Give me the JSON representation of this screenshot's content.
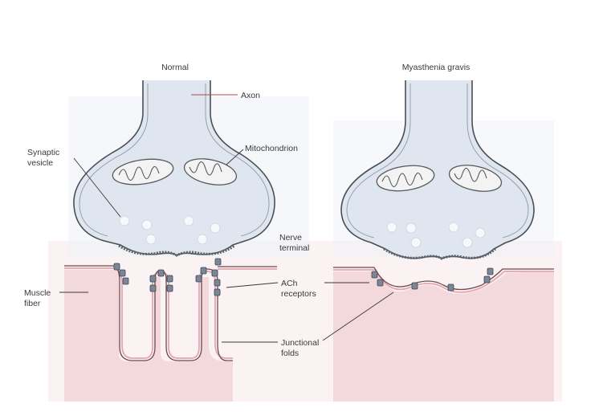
{
  "panels": {
    "left_title": "Normal",
    "right_title": "Myasthenia gravis"
  },
  "labels": {
    "axon": "Axon",
    "mitochondrion": "Mitochondrion",
    "synaptic_vesicle": [
      "Synaptic",
      "vesicle"
    ],
    "nerve_terminal": [
      "Nerve",
      "terminal"
    ],
    "muscle_fiber": [
      "Muscle",
      "fiber"
    ],
    "ach_receptors": [
      "ACh",
      "receptors"
    ],
    "junctional_folds": [
      "Junctional",
      "folds"
    ]
  },
  "colors": {
    "terminal_fill": "#dfe6ef",
    "muscle_fill": "#f3d9dc",
    "membrane": "#e6a5ad",
    "receptor": "#7b8797",
    "leader_axon": "#b04a4a"
  }
}
